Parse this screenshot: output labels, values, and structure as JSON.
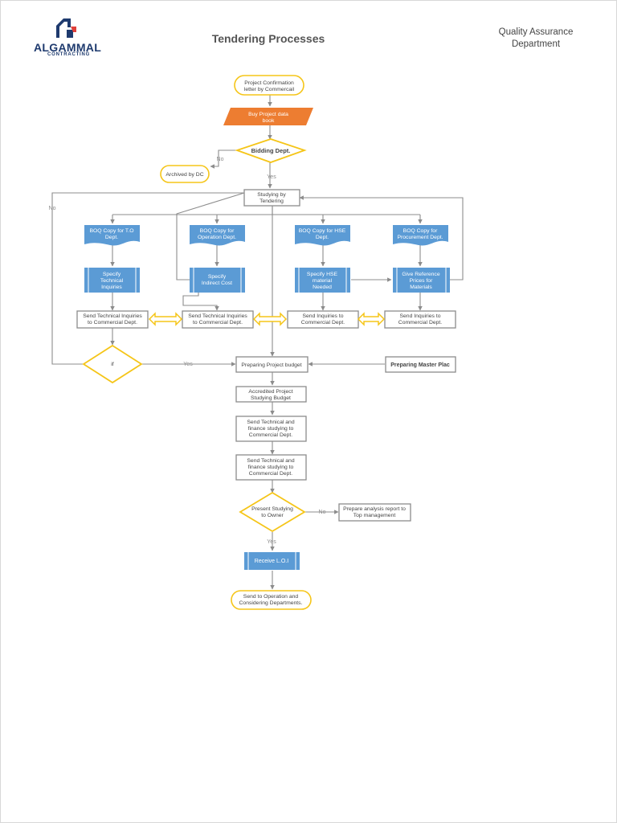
{
  "header": {
    "logo_brand": "ALGAMMAL",
    "logo_tagline": "CONTRACTING",
    "title": "Tendering Processes",
    "department_line1": "Quality Assurance",
    "department_line2": "Department"
  },
  "colors": {
    "accent_yellow": "#f5c518",
    "accent_orange": "#ed7d31",
    "blue_shape": "#5b9bd5",
    "connector": "#8c8c8c",
    "logo_navy": "#1e3a6e",
    "logo_red": "#e0403a"
  },
  "flowchart": {
    "start": [
      "Project Confirmation",
      "letter by Commercail"
    ],
    "buy_data_book": [
      "Buy Project data",
      "book"
    ],
    "bidding_dept": "Bidding Dept.",
    "archived_by_dc": "Archived by DC",
    "label_no": "No",
    "label_yes": "Yes",
    "studying_by_tendering": [
      "Studying by",
      "Tendering"
    ],
    "boq_to": [
      "BOQ Copy for T.O",
      "Dept."
    ],
    "boq_operation": [
      "BOQ Copy for",
      "Operation Dept."
    ],
    "boq_hse": [
      "BOQ Copy for HSE",
      "Dept."
    ],
    "boq_procurement": [
      "BOQ Copy for",
      "Procurement Dept."
    ],
    "specify_technical": [
      "Specify",
      "Technical",
      "Inquiries"
    ],
    "specify_indirect": [
      "Specify",
      "Indirect Cost"
    ],
    "specify_hse": [
      "Specify HSE",
      "material",
      "Needed"
    ],
    "give_reference": [
      "Give Reference",
      "Prices for",
      "Materials"
    ],
    "send_technical_1": [
      "Send Technical Inquiries",
      "to Commercial Dept."
    ],
    "send_technical_2": [
      "Send Technical Inquiries",
      "to Commercial Dept."
    ],
    "send_inquiries_1": [
      "Send Inquiries to",
      "Commercial Dept."
    ],
    "send_inquiries_2": [
      "Send Inquiries to",
      "Commercial Dept."
    ],
    "if_decision": "if",
    "preparing_budget": "Preparing Project budget",
    "preparing_master_plan": "Preparing Master Plac",
    "accredited_budget": [
      "Accredited Project",
      "Studying Budget"
    ],
    "send_tech_finance_1": [
      "Send Technical and",
      "finance studying to",
      "Commercial Dept."
    ],
    "send_tech_finance_2": [
      "Send Technical and",
      "finance studying to",
      "Commercial Dept."
    ],
    "present_to_owner": [
      "Present Studying",
      "to Owner"
    ],
    "prepare_analysis": [
      "Prepare analysis report to",
      "Top management"
    ],
    "receive_loi": "Receive L.O.I",
    "send_to_operation": [
      "Send to Operation and",
      "Considering Departments."
    ]
  }
}
